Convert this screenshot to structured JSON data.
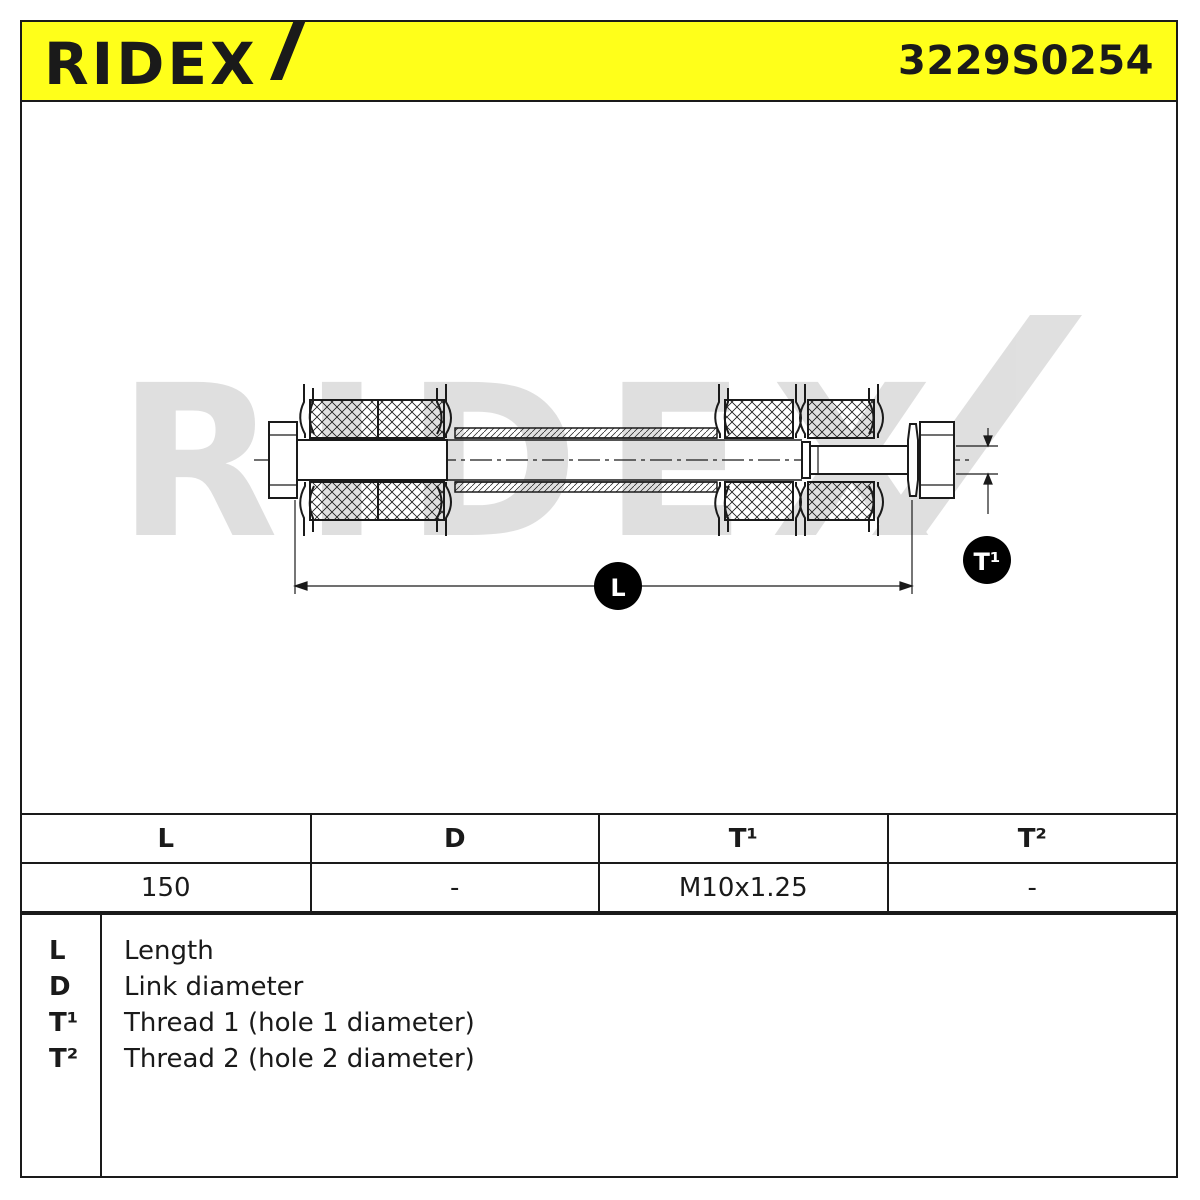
{
  "header": {
    "brand": "RIDEX",
    "part_number": "3229S0254",
    "background_color": "#ffff1a"
  },
  "drawing": {
    "watermark": "RIDEX",
    "dimension_labels": {
      "length": "L",
      "thread1": "T¹"
    }
  },
  "spec_table": {
    "headers": [
      "L",
      "D",
      "T¹",
      "T²"
    ],
    "values": [
      "150",
      "-",
      "M10x1.25",
      "-"
    ]
  },
  "legend": [
    {
      "key": "L",
      "label": "Length"
    },
    {
      "key": "D",
      "label": "Link diameter"
    },
    {
      "key": "T¹",
      "label": "Thread 1 (hole 1 diameter)"
    },
    {
      "key": "T²",
      "label": "Thread 2 (hole 2 diameter)"
    }
  ]
}
